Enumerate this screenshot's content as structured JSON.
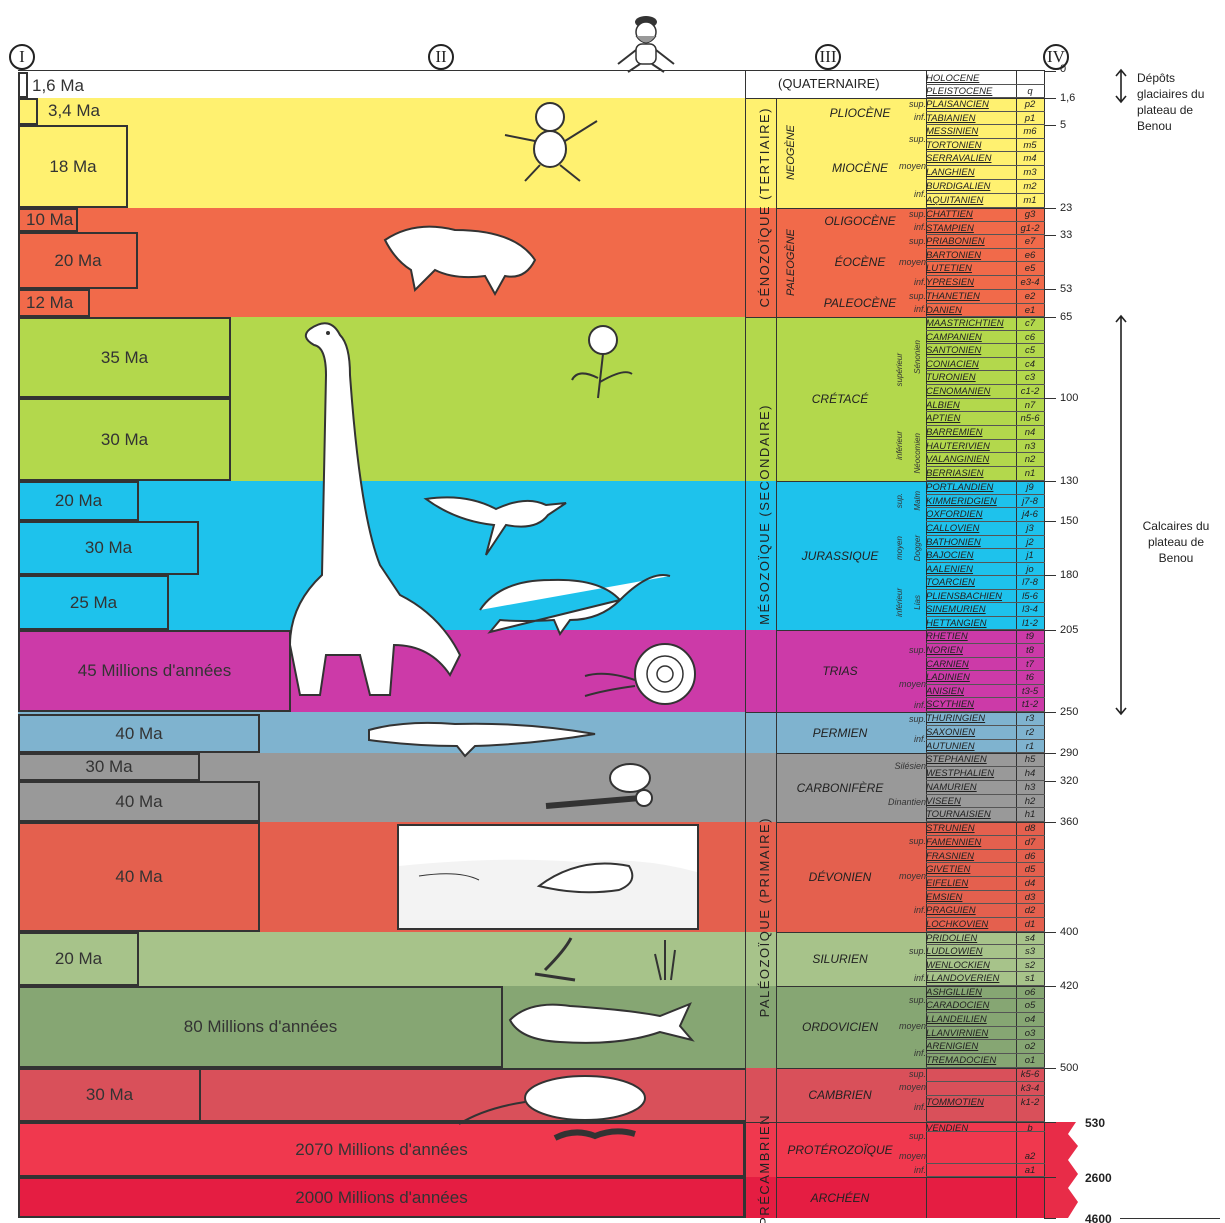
{
  "column_numbers": [
    "I",
    "II",
    "III",
    "IV"
  ],
  "duration_labels": [
    "1,6 Ma",
    "3,4 Ma",
    "18 Ma",
    "10 Ma",
    "20 Ma",
    "12 Ma",
    "35 Ma",
    "30 Ma",
    "20 Ma",
    "30 Ma",
    "25 Ma",
    "45 Millions d'années",
    "40 Ma",
    "30 Ma",
    "40 Ma",
    "40 Ma",
    "20 Ma",
    "80 Millions d'années",
    "30 Ma",
    "2070 Millions d'années",
    "2000 Millions d'années"
  ],
  "eras": {
    "quaternaire": "(QUATERNAIRE)",
    "cenozoique": "CÉNOZOÏQUE (TERTIAIRE)",
    "mesozoique": "MÉSOZOÏQUE (SECONDAIRE)",
    "paleozoique": "PALÉOZOÏQUE (PRIMAIRE)",
    "precambrien": "PRÉCAMBRIEN"
  },
  "suberas": {
    "neogene": "NEOGÈNE",
    "paleogene": "PALEOGÈNE"
  },
  "periods": [
    "PLIOCÈNE",
    "MIOCÈNE",
    "OLIGOCÈNE",
    "ÉOCÈNE",
    "PALEOCÈNE",
    "CRÉTACÉ",
    "JURASSIQUE",
    "TRIAS",
    "PERMIEN",
    "CARBONIFÈRE",
    "DÉVONIEN",
    "SILURIEN",
    "ORDOVICIEN",
    "CAMBRIEN",
    "PROTÉROZOÏQUE",
    "ARCHÉEN"
  ],
  "epoch_words": {
    "sup": "sup.",
    "inf": "inf.",
    "moyen": "moyen",
    "superieur": "supérieur",
    "inferieur": "inférieur",
    "senonien": "Sénonien",
    "neocomien": "Néocomien",
    "malm": "Malm",
    "dogger": "Dogger",
    "lias": "Lias",
    "silesien": "Silésien",
    "dinantien": "Dinantien"
  },
  "stages": [
    [
      "HOLOCENE",
      ""
    ],
    [
      "PLEISTOCENE",
      "q"
    ],
    [
      "PLAISANCIEN",
      "p2"
    ],
    [
      "TABIANIEN",
      "p1"
    ],
    [
      "MESSINIEN",
      "m6"
    ],
    [
      "TORTONIEN",
      "m5"
    ],
    [
      "SERRAVALIEN",
      "m4"
    ],
    [
      "LANGHIEN",
      "m3"
    ],
    [
      "BURDIGALIEN",
      "m2"
    ],
    [
      "AQUITANIEN",
      "m1"
    ],
    [
      "CHATTIEN",
      "g3"
    ],
    [
      "STAMPIEN",
      "g1-2"
    ],
    [
      "PRIABONIEN",
      "e7"
    ],
    [
      "BARTONIEN",
      "e6"
    ],
    [
      "LUTETIEN",
      "e5"
    ],
    [
      "YPRESIEN",
      "e3-4"
    ],
    [
      "THANETIEN",
      "e2"
    ],
    [
      "DANIEN",
      "e1"
    ],
    [
      "MAASTRICHTIEN",
      "c7"
    ],
    [
      "CAMPANIEN",
      "c6"
    ],
    [
      "SANTONIEN",
      "c5"
    ],
    [
      "CONIACIEN",
      "c4"
    ],
    [
      "TURONIEN",
      "c3"
    ],
    [
      "CENOMANIEN",
      "c1-2"
    ],
    [
      "ALBIEN",
      "n7"
    ],
    [
      "APTIEN",
      "n5-6"
    ],
    [
      "BARREMIEN",
      "n4"
    ],
    [
      "HAUTERIVIEN",
      "n3"
    ],
    [
      "VALANGINIEN",
      "n2"
    ],
    [
      "BERRIASIEN",
      "n1"
    ],
    [
      "PORTLANDIEN",
      "j9"
    ],
    [
      "KIMMERIDGIEN",
      "j7-8"
    ],
    [
      "OXFORDIEN",
      "j4-6"
    ],
    [
      "CALLOVIEN",
      "j3"
    ],
    [
      "BATHONIEN",
      "j2"
    ],
    [
      "BAJOCIEN",
      "j1"
    ],
    [
      "AALENIEN",
      "jo"
    ],
    [
      "TOARCIEN",
      "l7-8"
    ],
    [
      "PLIENSBACHIEN",
      "l5-6"
    ],
    [
      "SINEMURIEN",
      "l3-4"
    ],
    [
      "HETTANGIEN",
      "l1-2"
    ],
    [
      "RHETIEN",
      "t9"
    ],
    [
      "NORIEN",
      "t8"
    ],
    [
      "CARNIEN",
      "t7"
    ],
    [
      "LADINIEN",
      "t6"
    ],
    [
      "ANISIEN",
      "t3-5"
    ],
    [
      "SCYTHIEN",
      "t1-2"
    ],
    [
      "THURINGIEN",
      "r3"
    ],
    [
      "SAXONIEN",
      "r2"
    ],
    [
      "AUTUNIEN",
      "r1"
    ],
    [
      "STEPHANIEN",
      "h5"
    ],
    [
      "WESTPHALIEN",
      "h4"
    ],
    [
      "NAMURIEN",
      "h3"
    ],
    [
      "VISEEN",
      "h2"
    ],
    [
      "TOURNAISIEN",
      "h1"
    ],
    [
      "STRUNIEN",
      "d8"
    ],
    [
      "FAMENNIEN",
      "d7"
    ],
    [
      "FRASNIEN",
      "d6"
    ],
    [
      "GIVETIEN",
      "d5"
    ],
    [
      "EIFELIEN",
      "d4"
    ],
    [
      "EMSIEN",
      "d3"
    ],
    [
      "PRAGUIEN",
      "d2"
    ],
    [
      "LOCHKOVIEN",
      "d1"
    ],
    [
      "PRIDOLIEN",
      "s4"
    ],
    [
      "LUDLOWIEN",
      "s3"
    ],
    [
      "WENLOCKIEN",
      "s2"
    ],
    [
      "LLANDOVERIEN",
      "s1"
    ],
    [
      "ASHGILLIEN",
      "o6"
    ],
    [
      "CARADOCIEN",
      "o5"
    ],
    [
      "LLANDEILIEN",
      "o4"
    ],
    [
      "LLANVIRNIEN",
      "o3"
    ],
    [
      "ARENIGIEN",
      "o2"
    ],
    [
      "TREMADOCIEN",
      "o1"
    ],
    [
      "",
      "k5-6"
    ],
    [
      "",
      "k3-4"
    ],
    [
      "TOMMOTIEN",
      "k1-2"
    ],
    [
      "VENDIEN",
      "b"
    ],
    [
      "",
      "a2"
    ],
    [
      "",
      "a1"
    ]
  ],
  "ages": [
    "0",
    "1,6",
    "5",
    "23",
    "33",
    "53",
    "65",
    "100",
    "130",
    "150",
    "180",
    "205",
    "250",
    "290",
    "320",
    "360",
    "400",
    "420",
    "500",
    "530",
    "2600",
    "4600"
  ],
  "notes": {
    "glacial": "Dépôts glaciaires du plateau de Benou",
    "calcaires": "Calcaires du plateau de Benou"
  },
  "colors": {
    "quaternaire": "#ffffff",
    "neogene": "#fff170",
    "paleogene": "#f16a4a",
    "cretace": "#b3d84c",
    "jurassique": "#1ec2ec",
    "trias": "#cc3aa8",
    "permien": "#7fb3cf",
    "carbonifere": "#999999",
    "devonien": "#e4604e",
    "silurien": "#a7c38a",
    "ordovicien": "#86a673",
    "cambrien": "#d9505a",
    "proterozoique": "#f0384e",
    "archeen": "#e51d42"
  }
}
